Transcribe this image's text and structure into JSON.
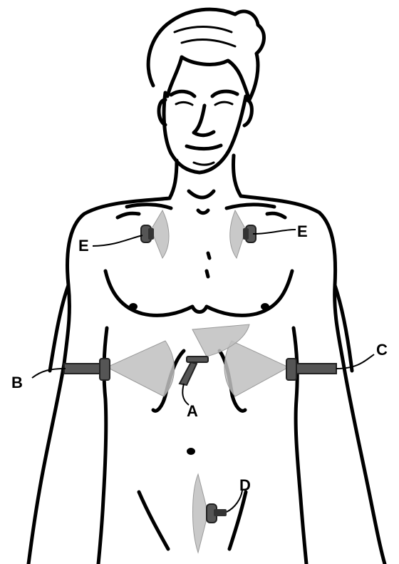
{
  "labels": {
    "a": "A",
    "b": "B",
    "c": "C",
    "d": "D",
    "e_left": "E",
    "e_right": "E"
  },
  "colors": {
    "line": "#000000",
    "beam": "#bfbfbf",
    "sensor": "#555555"
  }
}
